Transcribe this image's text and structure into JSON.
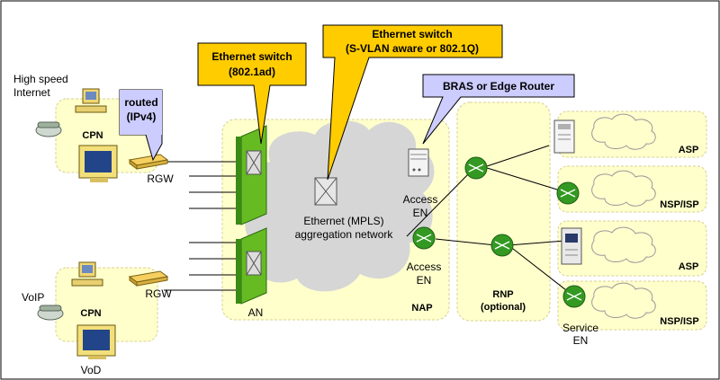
{
  "callouts": {
    "eth_8021ad_l1": "Ethernet switch",
    "eth_8021ad_l2": "(802.1ad)",
    "eth_svlan_l1": "Ethernet switch",
    "eth_svlan_l2": "(S-VLAN aware or 802.1Q)",
    "bras": "BRAS or Edge Router",
    "routed_l1": "routed",
    "routed_l2": "(IPv4)"
  },
  "labels": {
    "high_speed_l1": "High speed",
    "high_speed_l2": "Internet",
    "cpn_top": "CPN",
    "cpn_bottom": "CPN",
    "rgw_top": "RGW",
    "rgw_bottom": "RGW",
    "voip": "VoIP",
    "vod": "VoD",
    "an": "AN",
    "cloud_l1": "Ethernet (MPLS)",
    "cloud_l2": "aggregation network",
    "access_en1_l1": "Access",
    "access_en1_l2": "EN",
    "access_en2_l1": "Access",
    "access_en2_l2": "EN",
    "nap": "NAP",
    "rnp_l1": "RNP",
    "rnp_l2": "(optional)",
    "asp1": "ASP",
    "nsp1": "NSP/ISP",
    "asp2": "ASP",
    "nsp2": "NSP/ISP",
    "service_en_l1": "Service",
    "service_en_l2": "EN"
  },
  "colors": {
    "region_fill": "#ffffcc",
    "callout_yellow": "#ffcc00",
    "callout_lavender": "#ccccff",
    "an_green": "#66bb22",
    "router_green": "#339922"
  }
}
